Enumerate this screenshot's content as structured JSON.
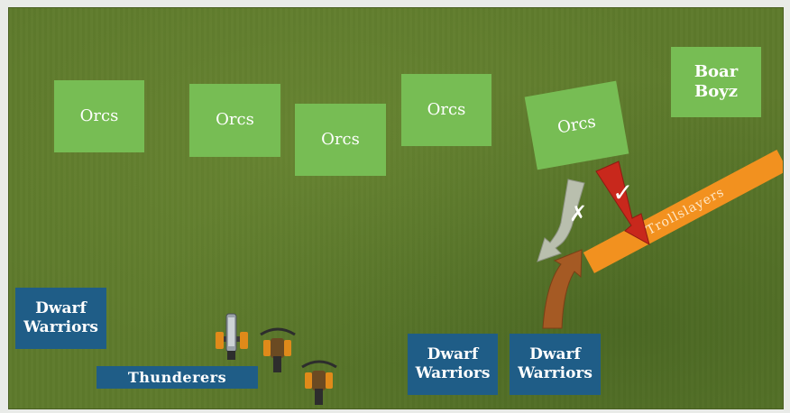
{
  "units": {
    "orcs_1": "Orcs",
    "orcs_2": "Orcs",
    "orcs_3": "Orcs",
    "orcs_4": "Orcs",
    "orcs_5": "Orcs",
    "boar_boyz": "Boar\nBoyz",
    "dwarf_warriors_left": "Dwarf\nWarriors",
    "dwarf_warriors_mid": "Dwarf\nWarriors",
    "dwarf_warriors_right": "Dwarf\nWarriors",
    "thunderers": "Thunderers",
    "trollslayers": "Trollslayers"
  },
  "markers": {
    "valid_charge": "✓",
    "invalid_charge": "✗"
  },
  "colors": {
    "field": "#5e7a2c",
    "orc_unit": "#77bd54",
    "dwarf_unit": "#1f5d87",
    "trollslayers": "#f2911f",
    "red_arrow": "#c8281c",
    "grey_arrow": "#b9bfae",
    "brown_arrow": "#a55a24"
  },
  "icons": [
    "cannon-icon",
    "crossbow-icon",
    "crossbow-icon"
  ]
}
